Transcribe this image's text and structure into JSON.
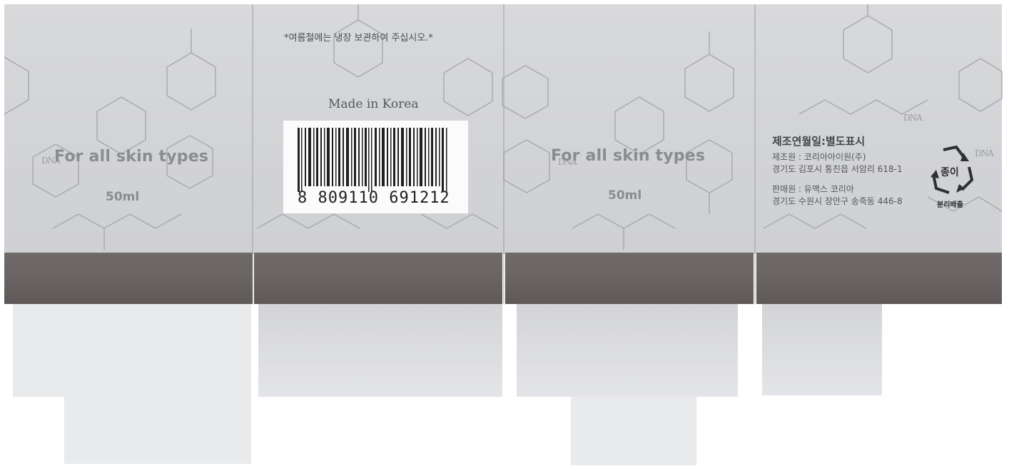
{
  "box": {
    "notice": "*여름철에는 냉장 보관하여 주십시오.*",
    "origin": "Made in Korea",
    "skin_text": "For all skin types",
    "volume": "50ml",
    "logo_text": "DNA",
    "barcode_number": "8 809110 691212",
    "manufacture_date": "제조연월일:별도표시",
    "manufacturer": "제조원 : 코리아아이원(주)",
    "manufacturer_address": "경기도 김포시 통진읍 서암리 618-1",
    "seller": "판매원 : 유맥스 코리아",
    "seller_address": "경기도 수원시 장안구 송죽동 446-8",
    "recycle_label": "종이",
    "recycle_caption": "분리배출"
  },
  "colors": {
    "panel": "#d4d5d8",
    "band": "#6a6564",
    "text_dark": "#45464a"
  }
}
